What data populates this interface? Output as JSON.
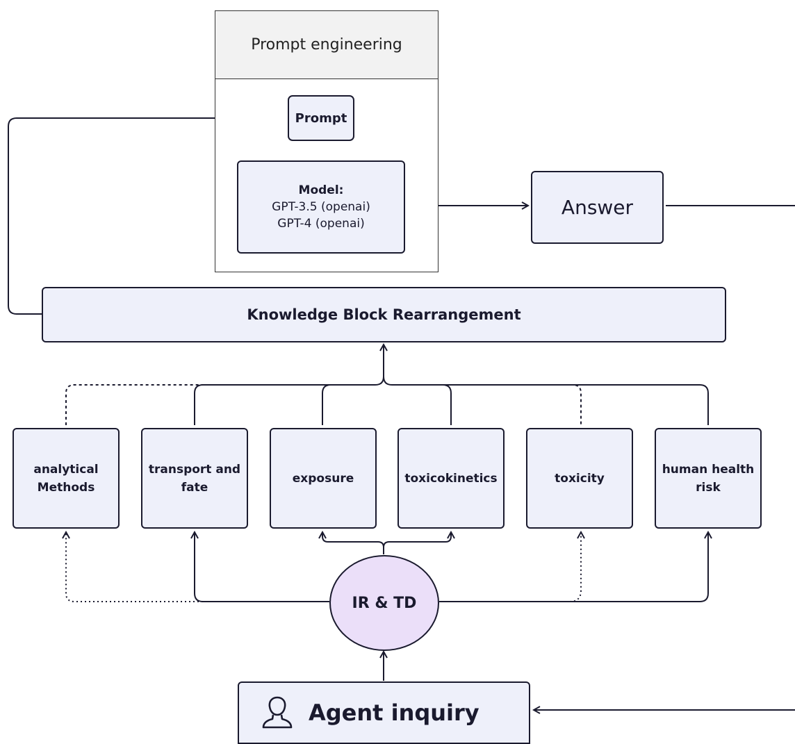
{
  "panel": {
    "title": "Prompt engineering"
  },
  "prompt": {
    "label": "Prompt"
  },
  "model": {
    "title": "Model:",
    "lines": [
      "GPT-3.5 (openai)",
      "GPT-4 (openai)"
    ]
  },
  "answer": {
    "label": "Answer"
  },
  "kbr": {
    "label": "Knowledge Block Rearrangement"
  },
  "categories": [
    {
      "line1": "analytical",
      "line2": "Methods"
    },
    {
      "line1": "transport and",
      "line2": "fate"
    },
    {
      "line1": "exposure",
      "line2": ""
    },
    {
      "line1": "toxicokinetics",
      "line2": ""
    },
    {
      "line1": "toxicity",
      "line2": ""
    },
    {
      "line1": "human health",
      "line2": "risk"
    }
  ],
  "irtd": {
    "label": "IR & TD"
  },
  "agent": {
    "label": "Agent inquiry",
    "icon": "person-icon"
  },
  "colors": {
    "box_fill": "#eef0fa",
    "ellipse_fill": "#ebdff9",
    "stroke": "#1a1a2e",
    "header_fill": "#f2f2f2"
  }
}
